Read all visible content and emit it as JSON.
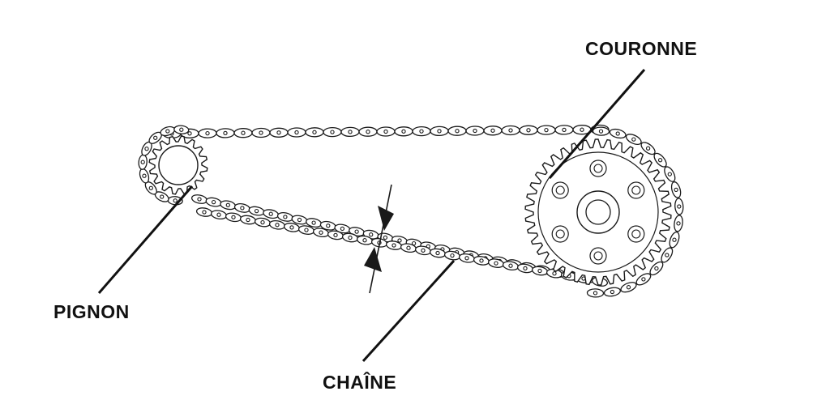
{
  "labels": {
    "couronne": "COURONNE",
    "pignon": "PIGNON",
    "chaine": "CHAÎNE"
  },
  "colors": {
    "ink": "#1a1a1a",
    "background": "#ffffff"
  }
}
